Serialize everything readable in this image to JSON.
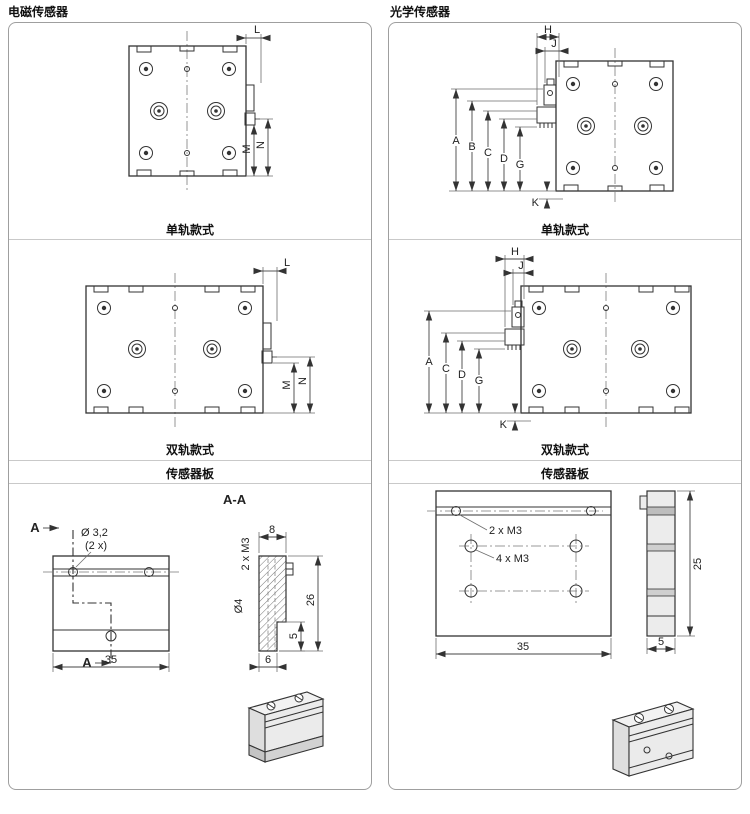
{
  "page": {
    "headers": {
      "left": "电磁传感器",
      "right": "光学传感器"
    }
  },
  "left_panel": {
    "caption_single": "单轨款式",
    "caption_dual": "双轨款式",
    "caption_plate": "传感器板",
    "single": {
      "dim_l": "L",
      "dim_n": "N",
      "dim_m": "M"
    },
    "dual": {
      "dim_l": "L",
      "dim_n": "N",
      "dim_m": "M"
    },
    "plate": {
      "section_label": "A-A",
      "callout_dia": "Ø 3,2",
      "callout_qty": "(2 x)",
      "cut_label_top": "A",
      "cut_label_bottom": "A",
      "dim_width": "35",
      "dim_top": "8",
      "dim_thread": "2 x M3",
      "dim_hole": "Ø4",
      "dim_step": "5",
      "dim_height": "26",
      "dim_bottom": "6"
    }
  },
  "right_panel": {
    "caption_single": "单轨款式",
    "caption_dual": "双轨款式",
    "caption_plate": "传感器板",
    "single": {
      "dim_h": "H",
      "dim_j": "J",
      "dim_a": "A",
      "dim_b": "B",
      "dim_c": "C",
      "dim_d": "D",
      "dim_g": "G",
      "dim_k": "K"
    },
    "dual": {
      "dim_h": "H",
      "dim_j": "J",
      "dim_a": "A",
      "dim_c": "C",
      "dim_d": "D",
      "dim_g": "G",
      "dim_k": "K"
    },
    "plate": {
      "callout_2m3": "2 x M3",
      "callout_4m3": "4 x M3",
      "dim_width": "35",
      "dim_height": "25",
      "dim_thickness": "5"
    }
  }
}
